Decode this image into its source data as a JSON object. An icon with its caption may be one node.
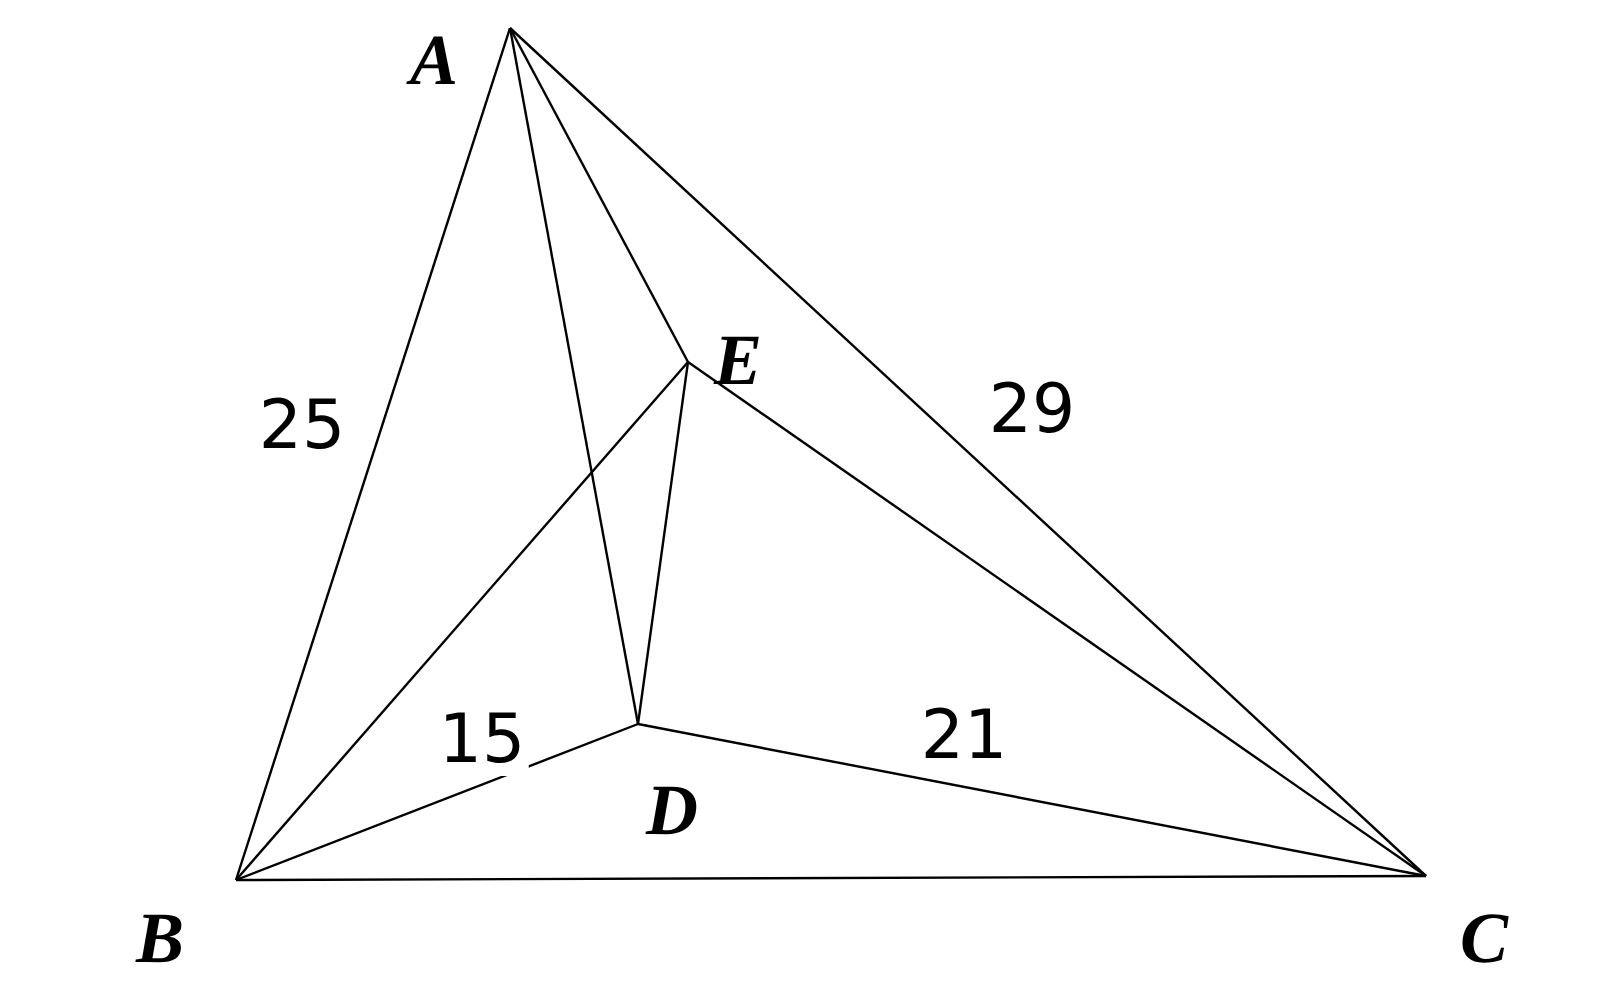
{
  "diagram": {
    "nodes": [
      {
        "text": [
          "A"
        ]
      },
      {
        "text": [
          "B"
        ]
      },
      {
        "text": [
          "C"
        ]
      },
      {
        "text": [
          "D"
        ]
      },
      {
        "text": [
          "E"
        ]
      }
    ],
    "edges": [
      {
        "from": 0,
        "to": 1,
        "arrow": "none",
        "label": "25"
      },
      {
        "from": 0,
        "to": 2,
        "arrow": "none",
        "label": "29"
      },
      {
        "from": 0,
        "to": 3,
        "arrow": "none"
      },
      {
        "from": 0,
        "to": 4,
        "arrow": "none"
      },
      {
        "from": 1,
        "to": 2,
        "arrow": "none"
      },
      {
        "from": 1,
        "to": 3,
        "arrow": "none",
        "label": "15"
      },
      {
        "from": 1,
        "to": 4,
        "arrow": "none"
      },
      {
        "from": 3,
        "to": 2,
        "arrow": "none",
        "label": "21"
      },
      {
        "from": 3,
        "to": 4,
        "arrow": "none"
      },
      {
        "from": 4,
        "to": 2,
        "arrow": "none"
      }
    ]
  }
}
